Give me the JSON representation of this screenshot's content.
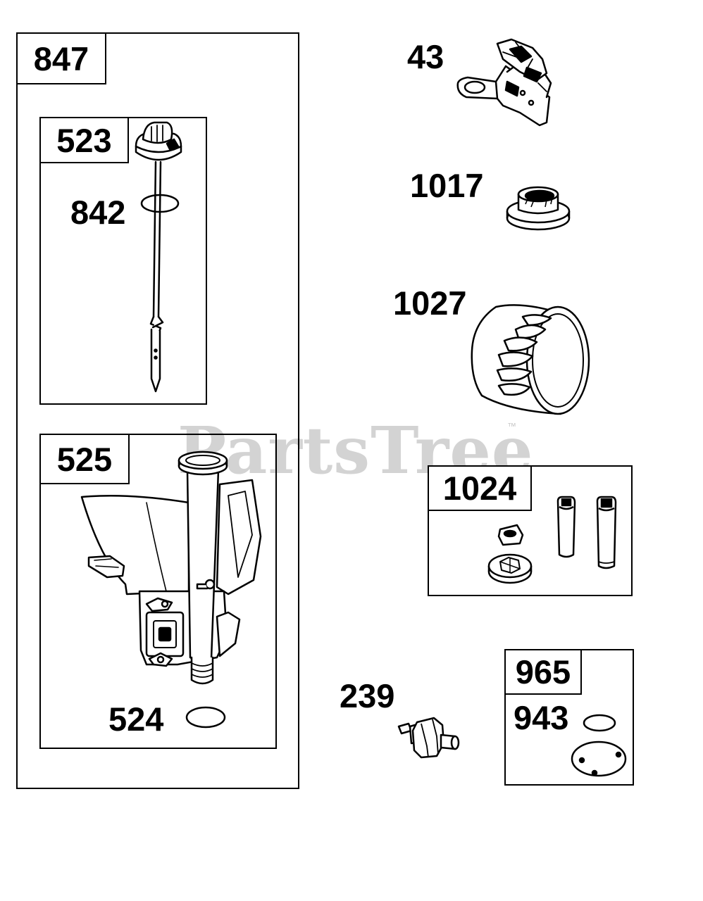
{
  "watermark": {
    "text": "PartsTree",
    "trademark": "™"
  },
  "kits": {
    "k847": {
      "number": "847"
    },
    "k523": {
      "number": "523"
    },
    "k525": {
      "number": "525"
    },
    "k1024": {
      "number": "1024"
    },
    "k965": {
      "number": "965"
    }
  },
  "parts": {
    "p842": {
      "number": "842"
    },
    "p524": {
      "number": "524"
    },
    "p43": {
      "number": "43"
    },
    "p1017": {
      "number": "1017"
    },
    "p1027": {
      "number": "1027"
    },
    "p239": {
      "number": "239"
    },
    "p943": {
      "number": "943"
    }
  }
}
